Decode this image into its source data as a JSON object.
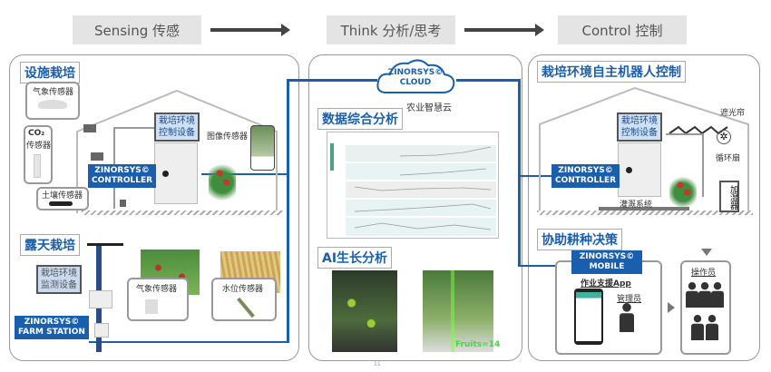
{
  "header": {
    "sensing": "Sensing 传感",
    "think": "Think 分析/思考",
    "control": "Control 控制"
  },
  "left": {
    "title": "设施栽培",
    "weather_sensor": "气象传感器",
    "co2_sensor_line1": "CO₂",
    "co2_sensor_line2": "传感器",
    "soil_sensor": "土壤传感器",
    "control_device": "栽培环境\n控制设备",
    "image_sensor": "图像传感器",
    "controller_line1": "ZINORSYS©",
    "controller_line2": "CONTROLLER",
    "outdoor_title": "露天栽培",
    "monitor_device": "栽培环境\n监测设备",
    "outdoor_weather_sensor": "气象传感器",
    "water_level_sensor": "水位传感器",
    "farm_station_line1": "ZINORSYS©",
    "farm_station_line2": "FARM STATION"
  },
  "middle": {
    "cloud_line1": "ZINORSYS©",
    "cloud_line2": "CLOUD",
    "cloud_caption": "农业智慧云",
    "data_title": "数据综合分析",
    "ai_title": "AI生长分析",
    "fruit_count": "Fruits=14",
    "page_number": "11"
  },
  "right": {
    "title": "栽培环境自主机器人控制",
    "control_device": "栽培环境\n控制设备",
    "shade": "遮光帘",
    "fan": "循环扇",
    "humidifier": "加湿器",
    "irrigation": "灌溉系统",
    "controller_line1": "ZINORSYS©",
    "controller_line2": "CONTROLLER",
    "decision_title": "协助耕种决策",
    "mobile_line1": "ZINORSYS©",
    "mobile_line2": "MOBILE",
    "app_label": "作业支援App",
    "manager": "管理员",
    "operator": "操作员"
  },
  "colors": {
    "brand_blue": "#1a5fad",
    "banner_gray": "#e4e4e4"
  }
}
